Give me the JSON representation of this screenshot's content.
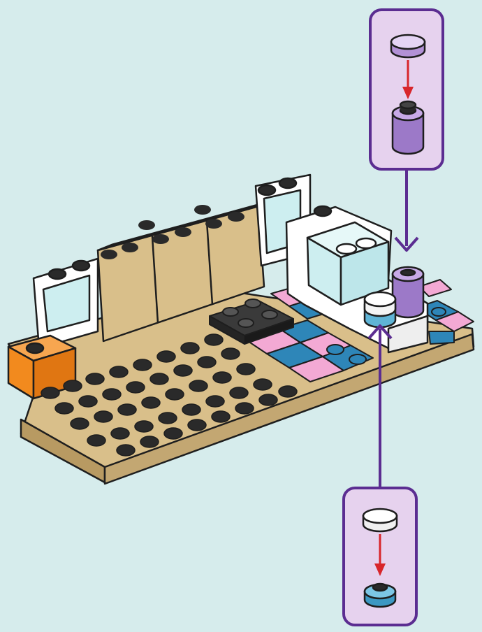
{
  "instruction": {
    "background": "#d6ecec",
    "callout_color": "#5b2d91",
    "callout_fill": "#e6d2ee",
    "arrow_color": "#d8262b",
    "callouts": [
      {
        "id": "callout-top",
        "parts": [
          "lavender-round-tile-icon",
          "lavender-round-brick-icon"
        ],
        "target": "lavender-round-brick"
      },
      {
        "id": "callout-bottom",
        "parts": [
          "white-round-tile-icon",
          "blue-round-plate-icon"
        ],
        "target": "white-round-stack"
      }
    ],
    "colors": {
      "tan": "#d9bf8a",
      "tan_dark": "#b89a62",
      "orange": "#f28a1e",
      "pink": "#f3a9d4",
      "blue": "#2e86b8",
      "black": "#2a2a2a",
      "white": "#ffffff",
      "trans_clear": "#cdeef0",
      "lavender": "#b291d6",
      "light_blue": "#5fb4d6"
    }
  }
}
